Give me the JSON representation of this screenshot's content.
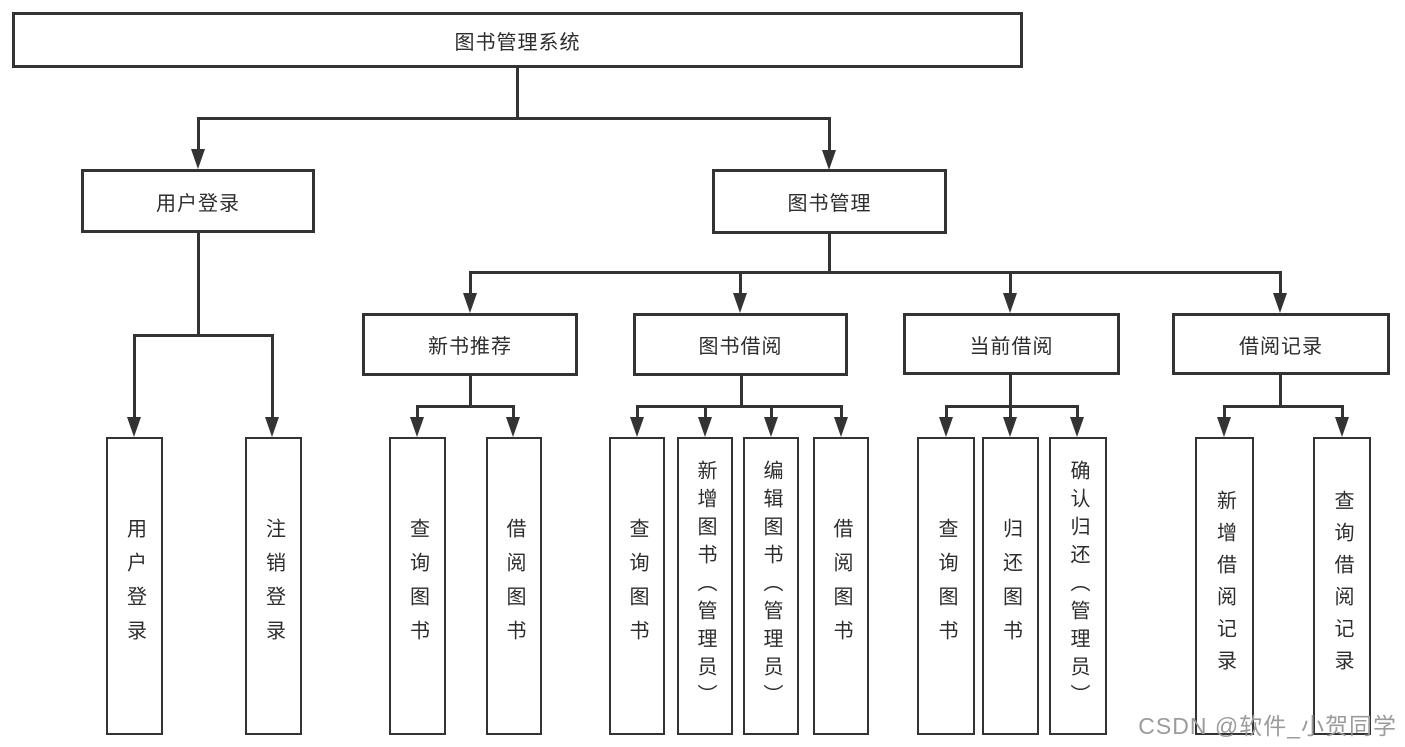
{
  "tree": {
    "label": "图书管理系统",
    "children": [
      {
        "label": "用户登录",
        "children": [
          {
            "label": "用户登录"
          },
          {
            "label": "注销登录"
          }
        ]
      },
      {
        "label": "图书管理",
        "children": [
          {
            "label": "新书推荐",
            "children": [
              {
                "label": "查询图书"
              },
              {
                "label": "借阅图书"
              }
            ]
          },
          {
            "label": "图书借阅",
            "children": [
              {
                "label": "查询图书"
              },
              {
                "label": "新增图书（管理员）"
              },
              {
                "label": "编辑图书（管理员）"
              },
              {
                "label": "借阅图书"
              }
            ]
          },
          {
            "label": "当前借阅",
            "children": [
              {
                "label": "查询图书"
              },
              {
                "label": "归还图书"
              },
              {
                "label": "确认归还（管理员）"
              }
            ]
          },
          {
            "label": "借阅记录",
            "children": [
              {
                "label": "新增借阅记录"
              },
              {
                "label": "查询借阅记录"
              }
            ]
          }
        ]
      }
    ]
  },
  "watermark": {
    "text": "CSDN @软件_小贺同学"
  },
  "colors": {
    "line": "#333333",
    "text": "#2d2d2d",
    "watermark": "#9b9b9b",
    "background": "#ffffff"
  }
}
